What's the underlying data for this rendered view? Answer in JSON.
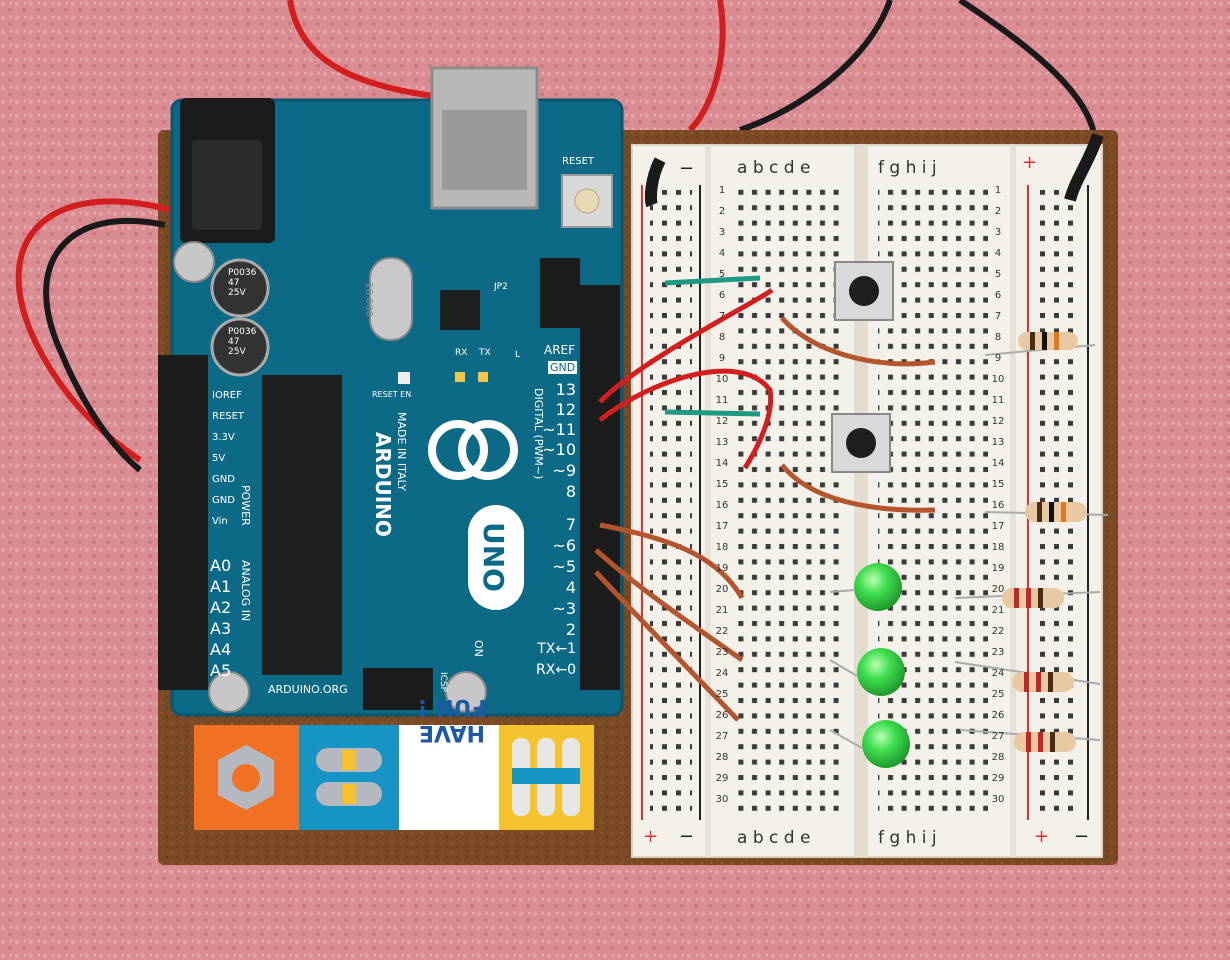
{
  "board": {
    "brand": "ARDUINO",
    "model": "UNO",
    "made_in": "MADE IN ITALY",
    "website": "ARDUINO.ORG",
    "reset": "RESET",
    "reset_en": "RESET EN",
    "aref": "AREF",
    "gnd": "GND",
    "digital_label": "DIGITAL (PWM~)",
    "digital_pins": [
      "13",
      "12",
      "~11",
      "~10",
      "~9",
      "8",
      "7",
      "~6",
      "~5",
      "4",
      "~3",
      "2",
      "TX←1",
      "RX←0"
    ],
    "power_pins": [
      "IOREF",
      "RESET",
      "3.3V",
      "5V",
      "GND",
      "GND",
      "Vin"
    ],
    "power_label": "POWER",
    "analog_label": "ANALOG IN",
    "analog_pins": [
      "A0",
      "A1",
      "A2",
      "A3",
      "A4",
      "A5"
    ],
    "jp2": "JP2",
    "icsp": "ICSP",
    "on": "ON",
    "tx": "TX",
    "rx": "RX",
    "l": "L",
    "cap_text": "P0036\n47\n25V",
    "crystal": "16.000"
  },
  "sticker": {
    "text": "HAVE FUN !"
  },
  "breadboard": {
    "cols_left": "a b c d e",
    "cols_right": "f g h i j",
    "plus": "+",
    "minus": "−",
    "rows": [
      "1",
      "2",
      "3",
      "4",
      "5",
      "6",
      "7",
      "8",
      "9",
      "10",
      "11",
      "12",
      "13",
      "14",
      "15",
      "16",
      "17",
      "18",
      "19",
      "20",
      "21",
      "22",
      "23",
      "24",
      "25",
      "26",
      "27",
      "28",
      "29",
      "30"
    ]
  },
  "colors": {
    "carpet": "#d98c91",
    "pcb": "#0d6a86",
    "breadboard": "#f4f1ea",
    "wire_red": "#d92020",
    "wire_black": "#1a1a1a",
    "wire_orange": "#b4552e",
    "wire_teal": "#1c9a82",
    "led": "#33cc44",
    "baseboard": "#7a4a24"
  }
}
